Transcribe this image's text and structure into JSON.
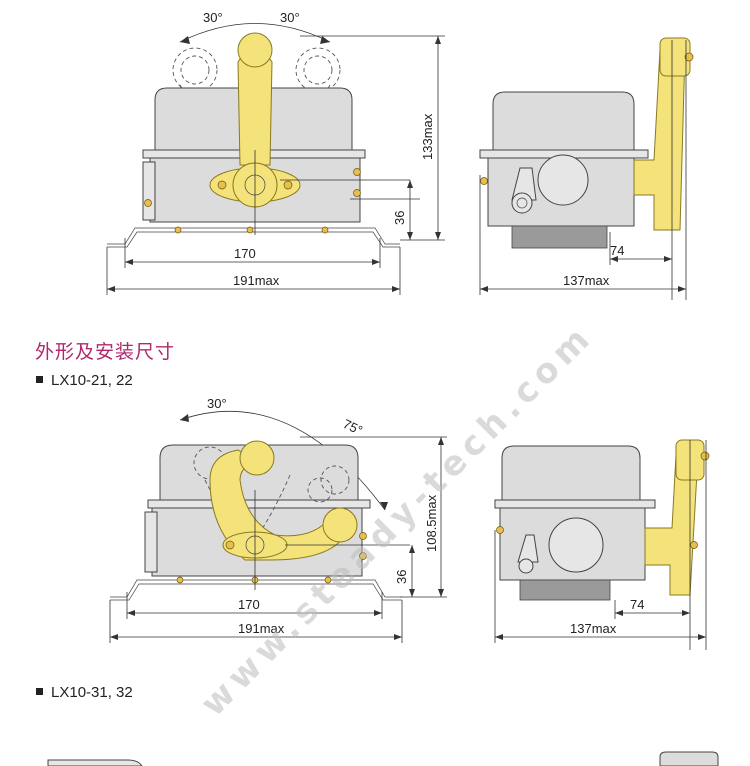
{
  "section_title": "外形及安装尺寸",
  "models": [
    "LX10-21, 22",
    "LX10-31, 32"
  ],
  "watermark": "www.steady-tech.com",
  "diagram1": {
    "angle_left": "30°",
    "angle_right": "30°",
    "height_total": "133max",
    "height_mount": "36",
    "width_holes": "170",
    "width_total": "191max",
    "side_offset": "74",
    "side_total": "137max"
  },
  "diagram2": {
    "angle_left": "30°",
    "angle_right": "75°",
    "height_total": "108.5max",
    "height_mount": "36",
    "width_holes": "170",
    "width_total": "191max",
    "side_offset": "74",
    "side_total": "137max"
  },
  "colors": {
    "title": "#b0286c",
    "arm": "#f4e27a",
    "body": "#dcdcdc"
  }
}
